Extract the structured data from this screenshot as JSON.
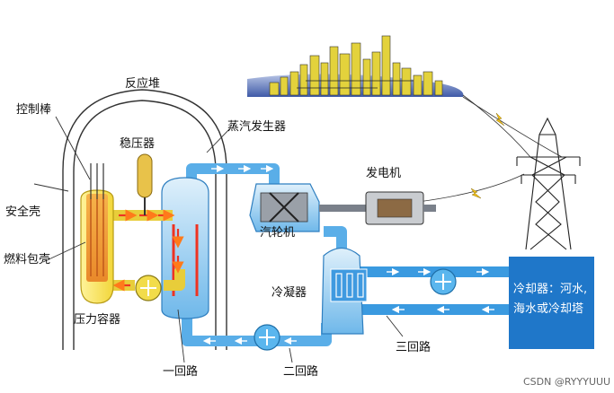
{
  "labels": {
    "reactor": "反应堆",
    "control_rod": "控制棒",
    "pressurizer": "稳压器",
    "steam_generator": "蒸汽发生器",
    "containment": "安全壳",
    "fuel_cladding": "燃料包壳",
    "pressure_vessel": "压力容器",
    "turbine": "汽轮机",
    "generator": "发电机",
    "condenser": "冷凝器",
    "cooler_line1": "冷却器：河水,",
    "cooler_line2": "海水或冷却塔",
    "loop1": "一回路",
    "loop2": "二回路",
    "loop3": "三回路",
    "watermark": "CSDN @RYYYUUU"
  },
  "colors": {
    "primary_loop": "#ee3322",
    "secondary_loop": "#5aaee8",
    "cooling_loop": "#2f8ed6",
    "cooler_box": "#1f77c9",
    "fuel_core": "#f2a03a",
    "pressure_vessel": "#f6e64a",
    "pressurizer": "#e8c24a",
    "city_skyline": "#e3d23c"
  }
}
